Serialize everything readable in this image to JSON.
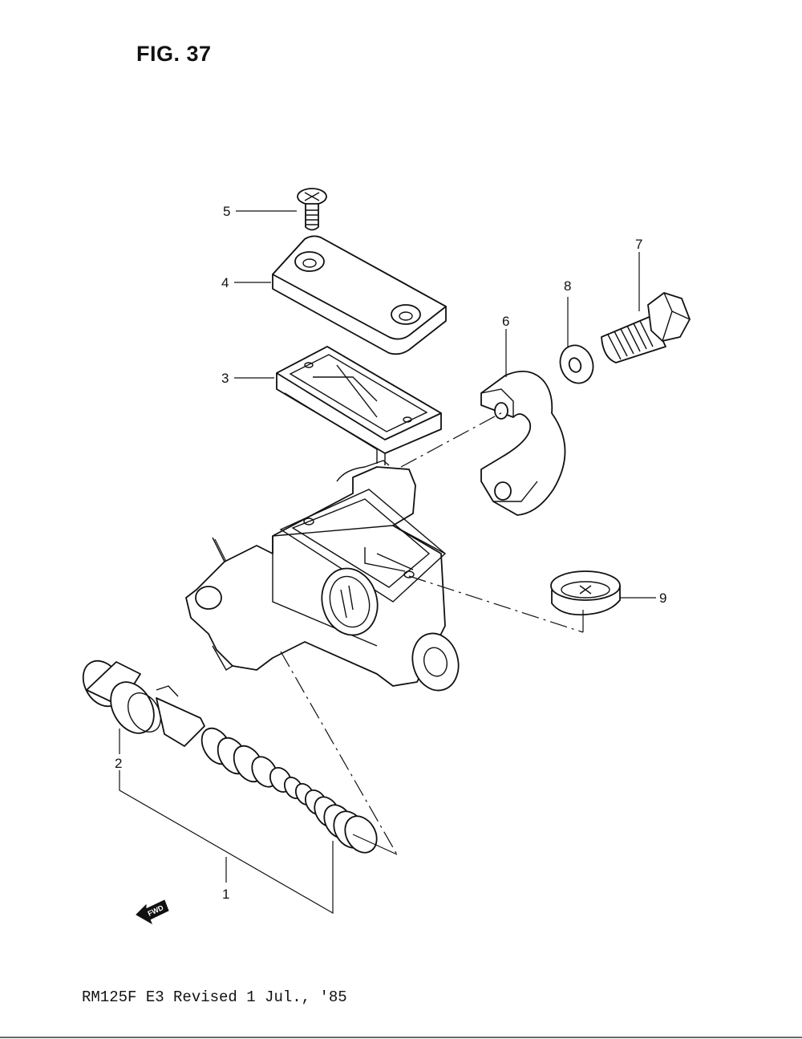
{
  "figure": {
    "title": "FIG. 37"
  },
  "callouts": [
    {
      "id": "1",
      "label": "1"
    },
    {
      "id": "2",
      "label": "2"
    },
    {
      "id": "3",
      "label": "3"
    },
    {
      "id": "4",
      "label": "4"
    },
    {
      "id": "5",
      "label": "5"
    },
    {
      "id": "6",
      "label": "6"
    },
    {
      "id": "7",
      "label": "7"
    },
    {
      "id": "8",
      "label": "8"
    },
    {
      "id": "9",
      "label": "9"
    }
  ],
  "fwd_marker": {
    "label": "FWD",
    "icon": "fwd-arrow-icon"
  },
  "footer": {
    "text": "RM125F E3 Revised 1 Jul., '85"
  }
}
